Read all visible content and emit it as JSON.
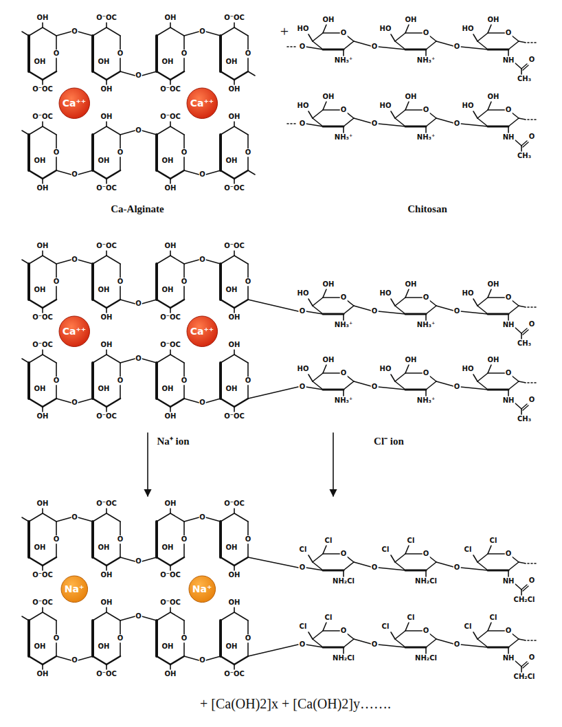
{
  "diagram": {
    "nodes": [
      {
        "text": [
          "Ca⁺⁺"
        ]
      },
      {
        "text": [
          "Ca⁺⁺"
        ]
      },
      {
        "text": [
          "Ca⁺⁺"
        ]
      },
      {
        "text": [
          "Ca⁺⁺"
        ]
      },
      {
        "text": [
          "Na⁺"
        ]
      },
      {
        "text": [
          "Na⁺"
        ]
      }
    ],
    "labels": [
      "Ca-Alginate",
      "Chitosan",
      "+",
      "Na⁺ ion",
      "Cl⁻ ion",
      "+ [Ca(OH)2]x + [Ca(OH)2]y…….",
      "OH",
      "O",
      "OH",
      "O⁻OC",
      "O⁻OC",
      "O",
      "OH",
      "OH",
      "OH",
      "O",
      "OH",
      "O⁻OC",
      "O⁻OC",
      "O",
      "OH",
      "OH",
      "O",
      "O",
      "O",
      "O⁻OC",
      "O",
      "OH",
      "OH",
      "OH",
      "O",
      "OH",
      "O⁻OC",
      "O⁻OC",
      "O",
      "OH",
      "OH",
      "OH",
      "O",
      "OH",
      "O⁻OC",
      "O",
      "O",
      "O",
      "O",
      "O",
      "OH",
      "HO",
      "NH₃⁺",
      "O",
      "O",
      "OH",
      "HO",
      "NH₃⁺",
      "O",
      "O",
      "OH",
      "HO",
      "NH",
      "O",
      "CH₃",
      "O",
      "O",
      "OH",
      "HO",
      "NH₃⁺",
      "O",
      "O",
      "OH",
      "HO",
      "NH₃⁺",
      "O",
      "O",
      "OH",
      "HO",
      "NH",
      "O",
      "CH₃",
      "OH",
      "O",
      "OH",
      "O⁻OC",
      "O⁻OC",
      "O",
      "OH",
      "OH",
      "OH",
      "O",
      "OH",
      "O⁻OC",
      "O⁻OC",
      "O",
      "OH",
      "OH",
      "O",
      "O",
      "O",
      "O⁻OC",
      "O",
      "OH",
      "OH",
      "OH",
      "O",
      "OH",
      "O⁻OC",
      "O⁻OC",
      "O",
      "OH",
      "OH",
      "OH",
      "O",
      "OH",
      "O⁻OC",
      "O",
      "O",
      "O",
      "O",
      "O",
      "OH",
      "HO",
      "NH₃⁺",
      "O",
      "O",
      "OH",
      "HO",
      "NH₃⁺",
      "O",
      "O",
      "OH",
      "HO",
      "NH",
      "O",
      "CH₃",
      "O",
      "O",
      "OH",
      "HO",
      "NH₃⁺",
      "O",
      "O",
      "OH",
      "HO",
      "NH₃⁺",
      "O",
      "O",
      "OH",
      "HO",
      "NH",
      "O",
      "CH₃",
      "OH",
      "O",
      "OH",
      "O⁻OC",
      "O⁻OC",
      "O",
      "OH",
      "OH",
      "OH",
      "O",
      "OH",
      "O⁻OC",
      "O⁻OC",
      "O",
      "OH",
      "OH",
      "O",
      "O",
      "O",
      "O⁻OC",
      "O",
      "OH",
      "OH",
      "OH",
      "O",
      "OH",
      "O⁻OC",
      "O⁻OC",
      "O",
      "OH",
      "OH",
      "OH",
      "O",
      "OH",
      "O⁻OC",
      "O",
      "O",
      "O",
      "O",
      "O",
      "Cl",
      "Cl",
      "NH₂Cl",
      "O",
      "O",
      "Cl",
      "Cl",
      "NH₂Cl",
      "O",
      "O",
      "Cl",
      "Cl",
      "NH",
      "O",
      "CH₂Cl",
      "O",
      "O",
      "Cl",
      "Cl",
      "NH₂Cl",
      "O",
      "O",
      "Cl",
      "Cl",
      "NH₂Cl",
      "O",
      "O",
      "Cl",
      "Cl",
      "NH",
      "O",
      "CH₂Cl"
    ]
  }
}
